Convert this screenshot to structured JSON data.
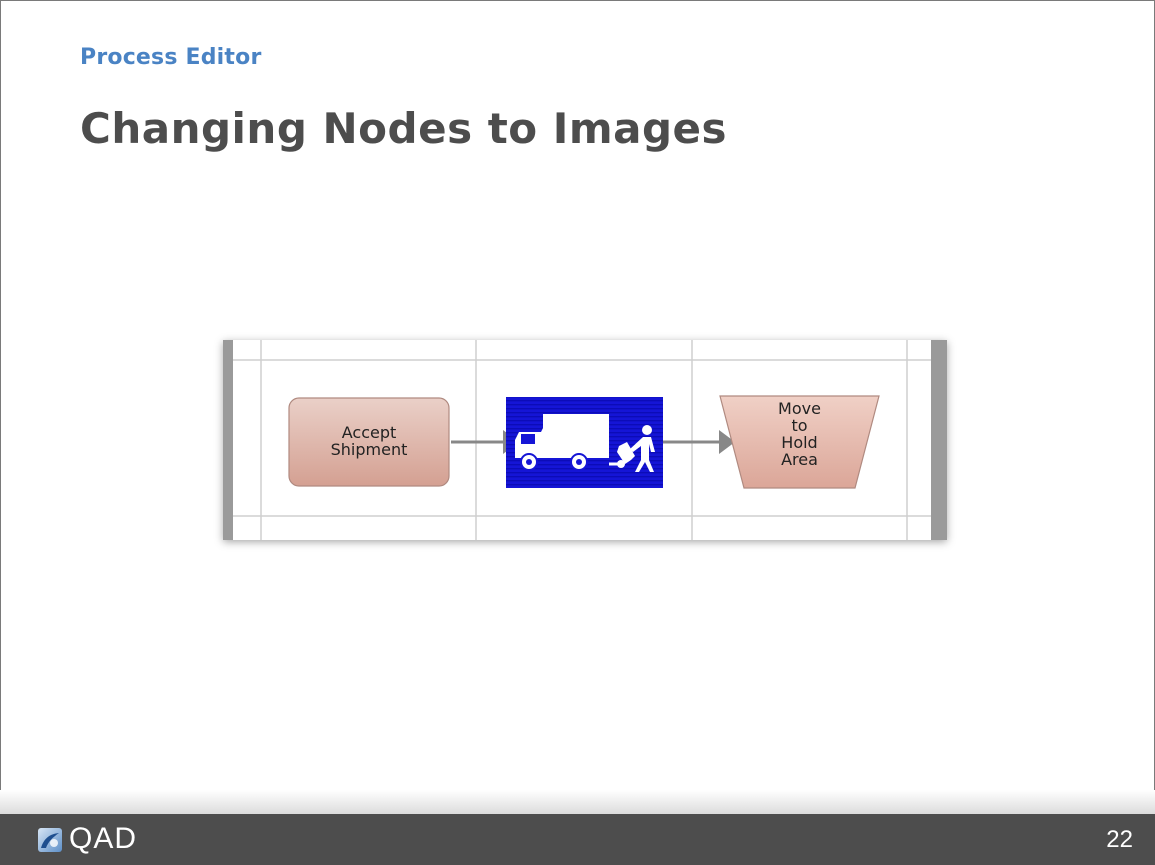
{
  "slide": {
    "subtitle": "Process Editor",
    "title": "Changing Nodes to Images",
    "page_number": "22"
  },
  "diagram": {
    "nodes": [
      {
        "type": "rounded-rectangle",
        "label": "Accept\nShipment",
        "fill": "#dcaea2"
      },
      {
        "type": "image",
        "image_name": "truck-and-hand-truck-icon",
        "background": "#1111cc"
      },
      {
        "type": "trapezoid",
        "label": "Move\nto\nHold\nArea",
        "fill": "#e6b6aa"
      }
    ],
    "connectors": [
      {
        "from": 0,
        "to": 1
      },
      {
        "from": 1,
        "to": 2
      }
    ]
  },
  "branding": {
    "logo_text": "QAD",
    "logo_icon": "qad-logo-icon"
  },
  "colors": {
    "subtitle": "#4a83c4",
    "title": "#4d4d4d",
    "footer": "#4d4d4d",
    "image_node_bg": "#1111cc"
  }
}
